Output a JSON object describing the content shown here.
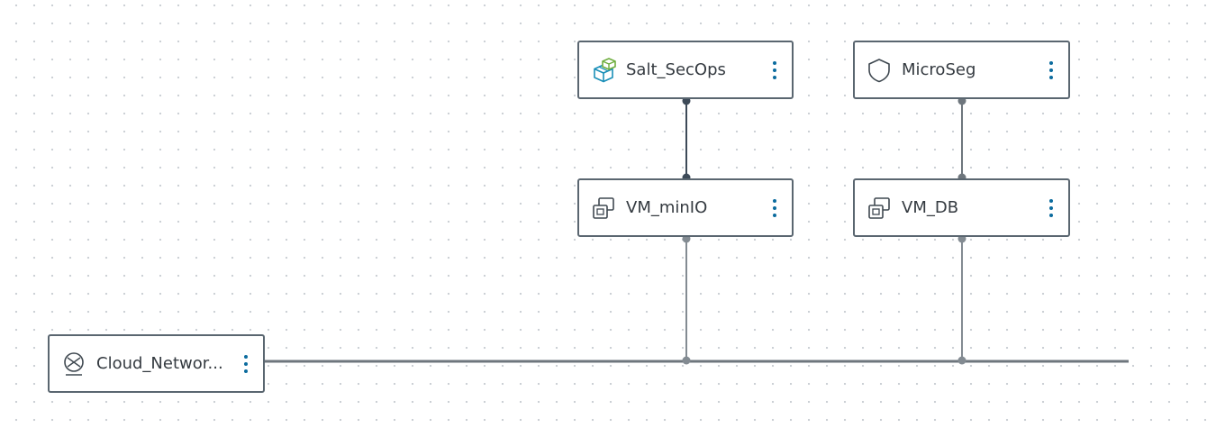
{
  "colors": {
    "node_border": "#5a6670",
    "connector_active": "#3d4a58",
    "connector": "#838b92",
    "network_bus": "#6e767d",
    "menu_dots": "#0b6b9e",
    "icon_teal": "#1a8fb8",
    "icon_green": "#6fae3f",
    "icon_gray": "#3f4850"
  },
  "nodes": {
    "salt": {
      "label": "Salt_SecOps",
      "icon": "salt-cube-icon"
    },
    "microseg": {
      "label": "MicroSeg",
      "icon": "shield-icon"
    },
    "vm_minio": {
      "label": "VM_minIO",
      "icon": "vm-icon"
    },
    "vm_db": {
      "label": "VM_DB",
      "icon": "vm-icon"
    },
    "network": {
      "label": "Cloud_Networ...",
      "icon": "network-icon"
    }
  },
  "menu": {
    "icon": "more-vertical-icon"
  }
}
